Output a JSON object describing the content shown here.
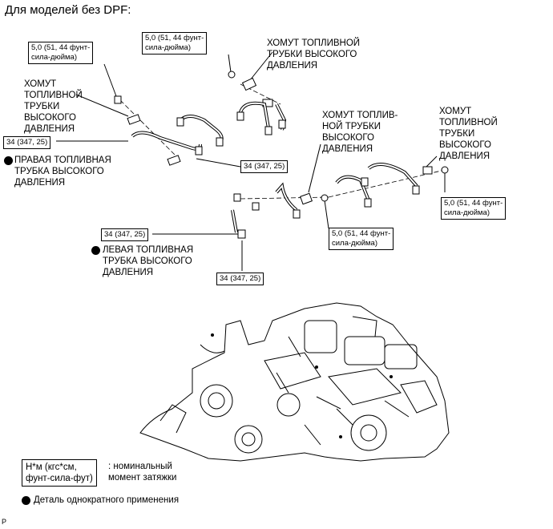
{
  "title": "Для моделей без DPF:",
  "torque_boxes": {
    "t1": "5,0 (51, 44 фунт-\nсила-дюйма)",
    "t2": "5,0 (51, 44 фунт-\nсила-дюйма)",
    "t3": "34 (347, 25)",
    "t4": "34 (347, 25)",
    "t5": "34 (347, 25)",
    "t6": "5,0 (51, 44 фунт-\nсила-дюйма)",
    "t7": "34 (347, 25)",
    "t8": "5,0 (51, 44 фунт-\nсила-дюйма)"
  },
  "labels": {
    "clamp_top": "ХОМУТ ТОПЛИВНОЙ\nТРУБКИ ВЫСОКОГО\nДАВЛЕНИЯ",
    "clamp_left": "ХОМУТ\nТОПЛИВНОЙ\nТРУБКИ\nВЫСОКОГО\nДАВЛЕНИЯ",
    "clamp_mid": "ХОМУТ ТОПЛИВ-\nНОЙ ТРУБКИ\nВЫСОКОГО\nДАВЛЕНИЯ",
    "clamp_right": "ХОМУТ\nТОПЛИВНОЙ\nТРУБКИ\nВЫСОКОГО\nДАВЛЕНИЯ",
    "right_pipe": "ПРАВАЯ ТОПЛИВНАЯ\nТРУБКА ВЫСОКОГО\nДАВЛЕНИЯ",
    "left_pipe": "ЛЕВАЯ ТОПЛИВНАЯ\nТРУБКА ВЫСОКОГО\nДАВЛЕНИЯ"
  },
  "legend": {
    "box": "Н*м (кгс*см,\nфунт-сила-фут)",
    "box_desc": ": номинальный\nмомент затяжки",
    "dot_desc": "Деталь однократного применения"
  },
  "corner_mark": "P"
}
